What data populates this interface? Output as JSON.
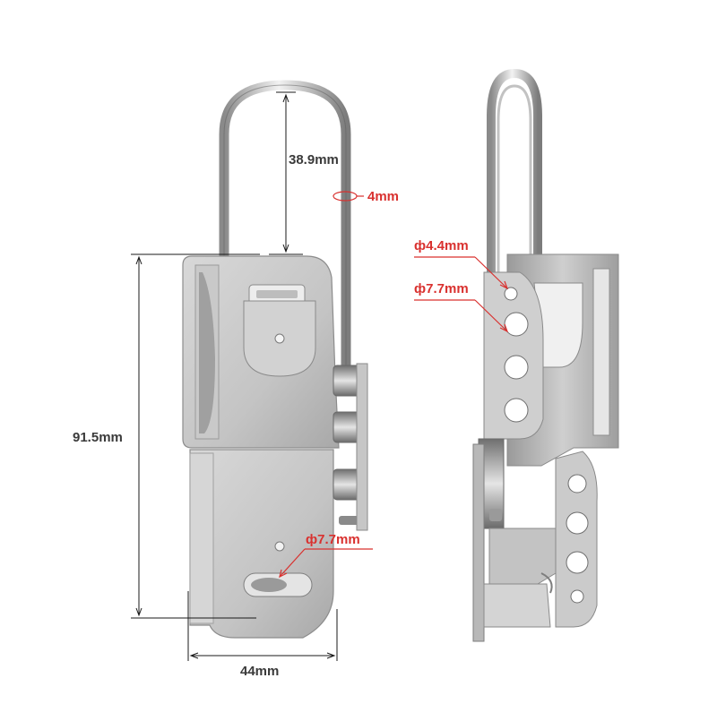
{
  "dimensions": {
    "shackle_height": "38.9mm",
    "shackle_diameter": "4mm",
    "body_height": "91.5mm",
    "body_width": "44mm",
    "hole_small": "ф4.4mm",
    "hole_large": "ф7.7mm",
    "hole_bottom": "ф7.7mm"
  },
  "colors": {
    "dimension_text": "#3a3a3a",
    "accent_red": "#d9312f",
    "metal_light": "#d4d4d4",
    "metal_mid": "#b0b0b0",
    "metal_dark": "#7a7a7a"
  }
}
